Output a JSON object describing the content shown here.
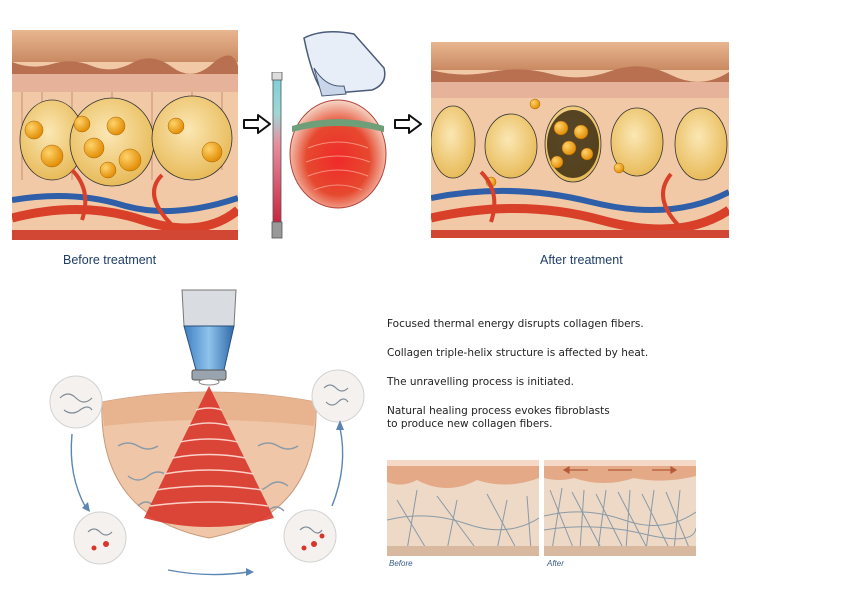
{
  "top_captions": {
    "before": "Before treatment",
    "after": "After treatment"
  },
  "steps": [
    "Focused thermal energy disrupts collagen fibers.",
    "Collagen triple-helix structure is affected by heat.",
    "The unravelling process is initiated.",
    "Natural healing process evokes fibroblasts\nto produce new collagen fibers."
  ],
  "mini_labels": {
    "before": "Before",
    "after": "After"
  },
  "colors": {
    "caption_text": "#1f3e6a",
    "skin_top": "#d9a57a",
    "fat_cell": "#f3cf78",
    "fat_nucleus": "#f2a516",
    "vessel_red": "#d8402a",
    "vessel_blue": "#2f5fa8",
    "heat_red": "#d8362b",
    "fiber_gray": "#8a9aa8"
  },
  "icons": [
    "right-arrow-icon",
    "thermometer-icon",
    "ultrasound-handpiece-icon",
    "curved-cycle-arrow-icon"
  ]
}
